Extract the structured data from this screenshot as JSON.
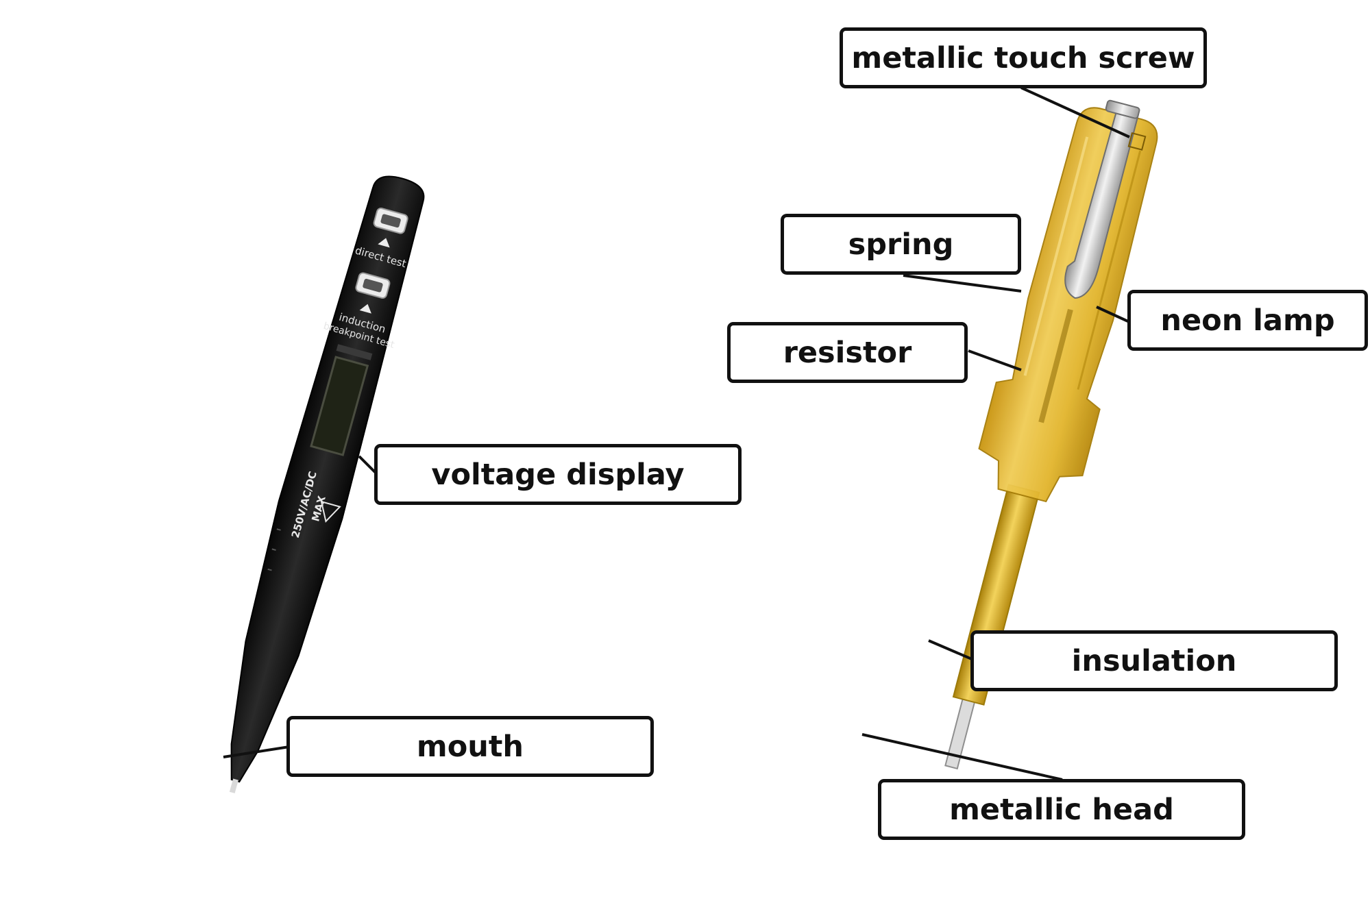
{
  "labels": {
    "metallic_touch_screw": "metallic touch screw",
    "spring": "spring",
    "neon_lamp": "neon lamp",
    "resistor": "resistor",
    "voltage_display": "voltage display",
    "insulation": "insulation",
    "mouth": "mouth",
    "metallic_head": "metallic head"
  },
  "digital_tester": {
    "button_1_label": "direct test",
    "button_2_label_line1": "induction",
    "button_2_label_line2": "breakpoint test",
    "rating_line1": "250V/AC/DC",
    "rating_line2": "MAX"
  },
  "colors": {
    "digital_body": "#141414",
    "screwdriver_handle": "#e0b32a",
    "screwdriver_shaft": "#d8ac1e",
    "clip_metal": "#c9c9c9",
    "label_border": "#111111"
  }
}
